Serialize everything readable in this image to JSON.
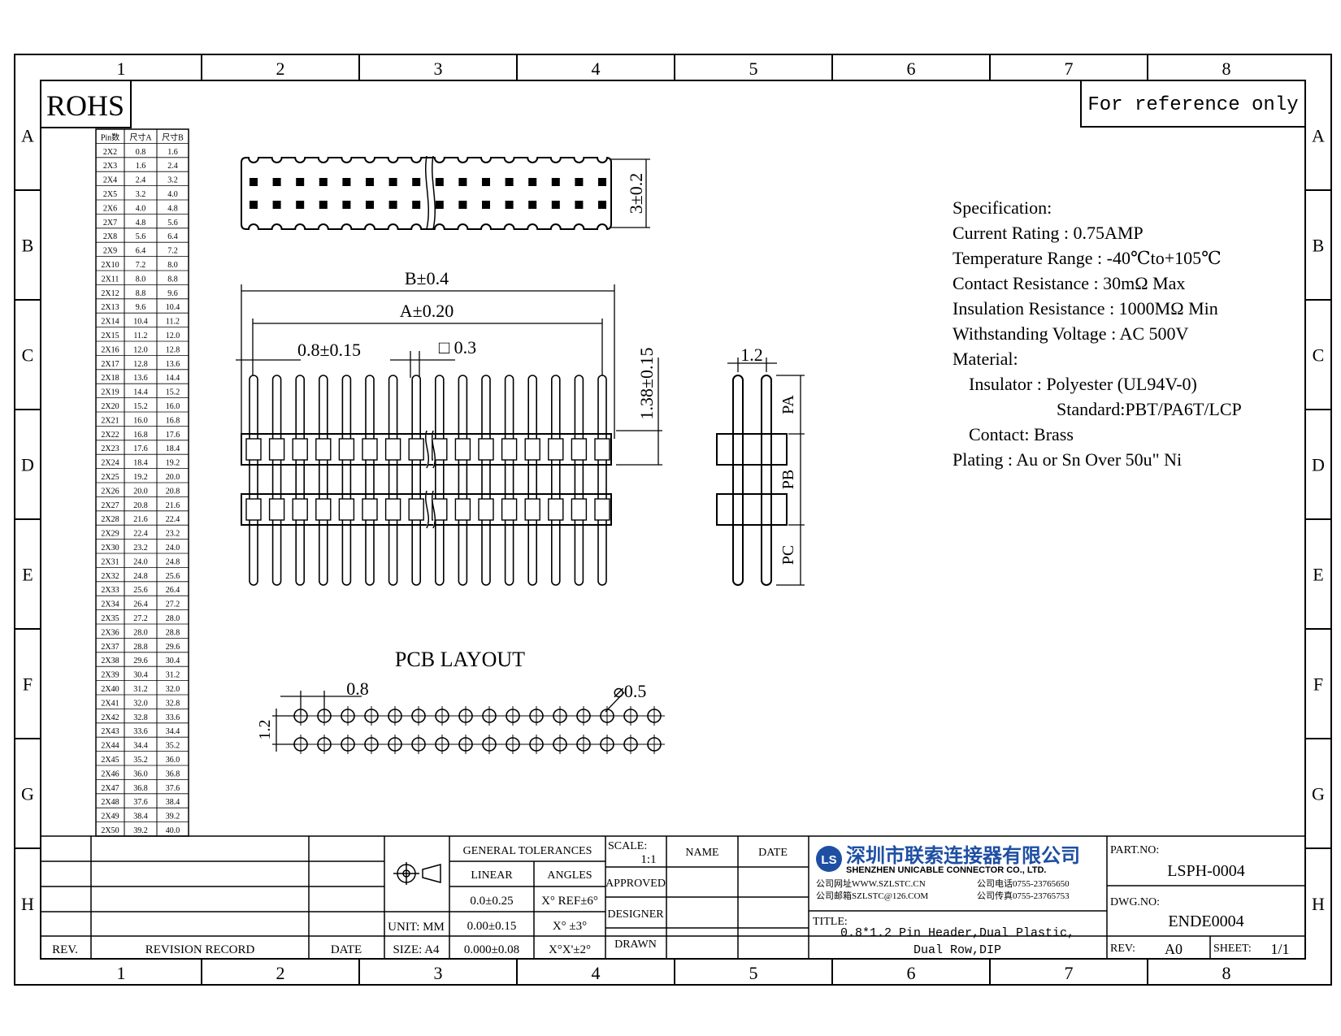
{
  "border": {
    "columns": [
      "1",
      "2",
      "3",
      "4",
      "5",
      "6",
      "7",
      "8"
    ],
    "rows": [
      "A",
      "B",
      "C",
      "D",
      "E",
      "F",
      "G",
      "H"
    ]
  },
  "rohs_label": "ROHS",
  "reference_note": "For reference only",
  "pin_table": {
    "headers": [
      "Pin数",
      "尺寸A",
      "尺寸B"
    ],
    "rows": [
      [
        "2X2",
        "0.8",
        "1.6"
      ],
      [
        "2X3",
        "1.6",
        "2.4"
      ],
      [
        "2X4",
        "2.4",
        "3.2"
      ],
      [
        "2X5",
        "3.2",
        "4.0"
      ],
      [
        "2X6",
        "4.0",
        "4.8"
      ],
      [
        "2X7",
        "4.8",
        "5.6"
      ],
      [
        "2X8",
        "5.6",
        "6.4"
      ],
      [
        "2X9",
        "6.4",
        "7.2"
      ],
      [
        "2X10",
        "7.2",
        "8.0"
      ],
      [
        "2X11",
        "8.0",
        "8.8"
      ],
      [
        "2X12",
        "8.8",
        "9.6"
      ],
      [
        "2X13",
        "9.6",
        "10.4"
      ],
      [
        "2X14",
        "10.4",
        "11.2"
      ],
      [
        "2X15",
        "11.2",
        "12.0"
      ],
      [
        "2X16",
        "12.0",
        "12.8"
      ],
      [
        "2X17",
        "12.8",
        "13.6"
      ],
      [
        "2X18",
        "13.6",
        "14.4"
      ],
      [
        "2X19",
        "14.4",
        "15.2"
      ],
      [
        "2X20",
        "15.2",
        "16.0"
      ],
      [
        "2X21",
        "16.0",
        "16.8"
      ],
      [
        "2X22",
        "16.8",
        "17.6"
      ],
      [
        "2X23",
        "17.6",
        "18.4"
      ],
      [
        "2X24",
        "18.4",
        "19.2"
      ],
      [
        "2X25",
        "19.2",
        "20.0"
      ],
      [
        "2X26",
        "20.0",
        "20.8"
      ],
      [
        "2X27",
        "20.8",
        "21.6"
      ],
      [
        "2X28",
        "21.6",
        "22.4"
      ],
      [
        "2X29",
        "22.4",
        "23.2"
      ],
      [
        "2X30",
        "23.2",
        "24.0"
      ],
      [
        "2X31",
        "24.0",
        "24.8"
      ],
      [
        "2X32",
        "24.8",
        "25.6"
      ],
      [
        "2X33",
        "25.6",
        "26.4"
      ],
      [
        "2X34",
        "26.4",
        "27.2"
      ],
      [
        "2X35",
        "27.2",
        "28.0"
      ],
      [
        "2X36",
        "28.0",
        "28.8"
      ],
      [
        "2X37",
        "28.8",
        "29.6"
      ],
      [
        "2X38",
        "29.6",
        "30.4"
      ],
      [
        "2X39",
        "30.4",
        "31.2"
      ],
      [
        "2X40",
        "31.2",
        "32.0"
      ],
      [
        "2X41",
        "32.0",
        "32.8"
      ],
      [
        "2X42",
        "32.8",
        "33.6"
      ],
      [
        "2X43",
        "33.6",
        "34.4"
      ],
      [
        "2X44",
        "34.4",
        "35.2"
      ],
      [
        "2X45",
        "35.2",
        "36.0"
      ],
      [
        "2X46",
        "36.0",
        "36.8"
      ],
      [
        "2X47",
        "36.8",
        "37.6"
      ],
      [
        "2X48",
        "37.6",
        "38.4"
      ],
      [
        "2X49",
        "38.4",
        "39.2"
      ],
      [
        "2X50",
        "39.2",
        "40.0"
      ]
    ]
  },
  "dimensions": {
    "height_top": "3±0.2",
    "b": "B±0.4",
    "a": "A±0.20",
    "pitch": "0.8±0.15",
    "square": "□ 0.3",
    "insulator": "1.38±0.15",
    "row_pitch": "1.2",
    "pa": "PA",
    "pb": "PB",
    "pc": "PC"
  },
  "pcb_layout": {
    "title": "PCB  LAYOUT",
    "pitch": "0.8",
    "hole": "⌀0.5",
    "row_pitch": "1.2"
  },
  "specification": {
    "lines": [
      "Specification:",
      "Current Rating : 0.75AMP",
      "Temperature Range : -40℃to+105℃",
      "Contact Resistance : 30mΩ Max",
      "Insulation Resistance : 1000MΩ Min",
      "Withstanding Voltage : AC 500V",
      "Material:",
      "Insulator : Polyester (UL94V-0)",
      "Standard:PBT/PA6T/LCP",
      "Contact: Brass",
      "Plating : Au or Sn Over 50u\" Ni"
    ]
  },
  "title_block": {
    "rev_label": "REV.",
    "revision_record": "REVISION RECORD",
    "date_label": "DATE",
    "unit": "UNIT: MM",
    "size": "SIZE: A4",
    "general_tolerances": "GENERAL TOLERANCES",
    "linear": "LINEAR",
    "angles": "ANGLES",
    "tol_rows": [
      [
        "0.0±0.25",
        "X° REF±6°"
      ],
      [
        "0.00±0.15",
        "X° ±3°"
      ],
      [
        "0.000±0.08",
        "X°X'±2°"
      ]
    ],
    "scale_label": "SCALE:",
    "scale_value": "1:1",
    "name_label": "NAME",
    "date_label2": "DATE",
    "approved": "APPROVED",
    "designer": "DESIGNER",
    "drawn": "DRAWN",
    "company_cn": "深圳市联索连接器有限公司",
    "company_en": "SHENZHEN UNICABLE CONNECTOR CO., LTD.",
    "web": "公司网址WWW.SZLSTC.CN",
    "email": "公司邮箱SZLSTC@126.COM",
    "phone": "公司电话0755-23765650",
    "fax": "公司传真0755-23765753",
    "title_label": "TITLE:",
    "title_line1": "0.8*1.2 Pin Header,Dual Plastic,",
    "title_line2": "Dual Row,DIP",
    "part_no_label": "PART.NO:",
    "part_no": "LSPH-0004",
    "dwg_no_label": "DWG.NO:",
    "dwg_no": "ENDE0004",
    "rev_label2": "REV:",
    "rev_value": "A0",
    "sheet_label": "SHEET:",
    "sheet_value": "1/1"
  }
}
